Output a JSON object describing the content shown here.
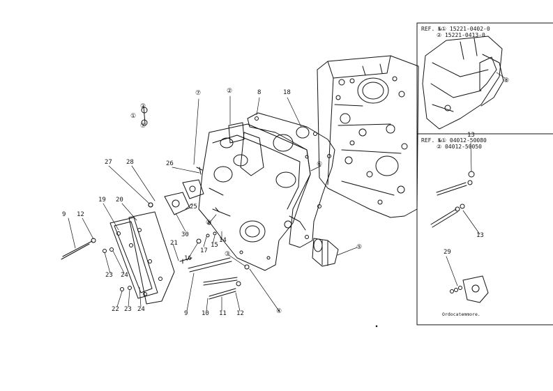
{
  "callouts": [
    {
      "id": "c7",
      "text": "⑦"
    },
    {
      "id": "c2",
      "text": "②"
    },
    {
      "id": "c8",
      "text": "8"
    },
    {
      "id": "c18",
      "text": "18"
    },
    {
      "id": "c1",
      "text": "①"
    },
    {
      "id": "c2s",
      "text": "②"
    },
    {
      "id": "c7s",
      "text": "⑦"
    },
    {
      "id": "c27",
      "text": "27"
    },
    {
      "id": "c28",
      "text": "28"
    },
    {
      "id": "c26",
      "text": "26"
    },
    {
      "id": "c6",
      "text": "⑥"
    },
    {
      "id": "c9a",
      "text": "9"
    },
    {
      "id": "c12a",
      "text": "12"
    },
    {
      "id": "c19",
      "text": "19"
    },
    {
      "id": "c20",
      "text": "20"
    },
    {
      "id": "c25",
      "text": "25"
    },
    {
      "id": "c30",
      "text": "30"
    },
    {
      "id": "c3a",
      "text": "③"
    },
    {
      "id": "c17",
      "text": "17"
    },
    {
      "id": "c15",
      "text": "15"
    },
    {
      "id": "c14",
      "text": "14"
    },
    {
      "id": "c16",
      "text": "16"
    },
    {
      "id": "c21",
      "text": "21"
    },
    {
      "id": "c5",
      "text": "⑤"
    },
    {
      "id": "c3b",
      "text": "③"
    },
    {
      "id": "c23a",
      "text": "23"
    },
    {
      "id": "c24a",
      "text": "24"
    },
    {
      "id": "c9b",
      "text": "9"
    },
    {
      "id": "c10",
      "text": "10"
    },
    {
      "id": "c11",
      "text": "11"
    },
    {
      "id": "c12b",
      "text": "12"
    },
    {
      "id": "c4",
      "text": "④"
    },
    {
      "id": "c22",
      "text": "22"
    },
    {
      "id": "c23b",
      "text": "23"
    },
    {
      "id": "c24b",
      "text": "24"
    },
    {
      "id": "c13a",
      "text": "13"
    },
    {
      "id": "c13b",
      "text": "13"
    },
    {
      "id": "c29",
      "text": "29"
    },
    {
      "id": "c8r",
      "text": "⑧"
    }
  ],
  "inset_top": {
    "ref_line1": "REF. №① 15221-0402-0",
    "ref_line2": "② 15221-0413-0"
  },
  "inset_mid": {
    "ref_line1": "REF. №① 04012-50080",
    "ref_line2": "② 04012-50050",
    "caption": "Ordocatemmore."
  },
  "colors": {
    "ink": "#111111",
    "background": "#ffffff"
  }
}
